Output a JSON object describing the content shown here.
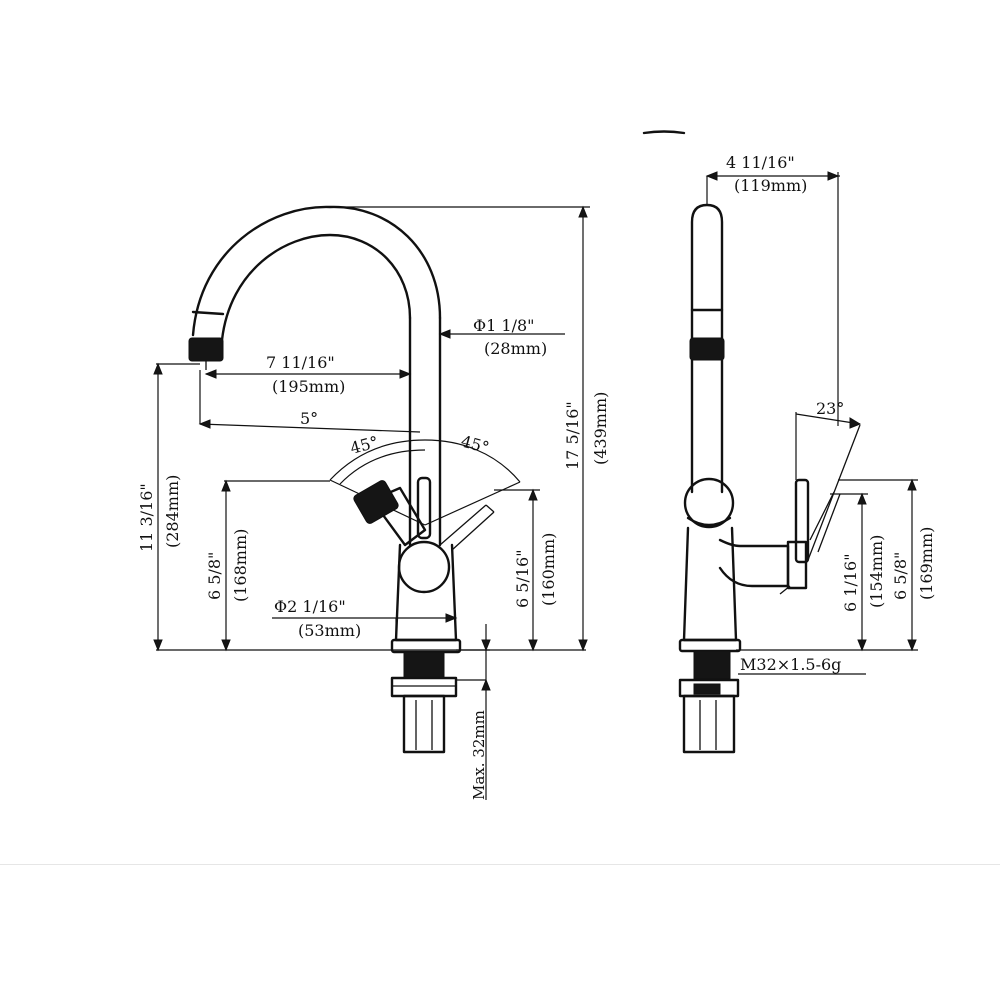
{
  "labels": {
    "spout_reach_in": "7 11/16\"",
    "spout_reach_mm": "(195mm)",
    "spout_angle": "5°",
    "tube_dia": "Φ1 1/8\"",
    "tube_dia_mm": "(28mm)",
    "overall_height_in": "17 5/16\"",
    "overall_height_mm": "(439mm)",
    "spout_height_in": "11 3/16\"",
    "spout_height_mm": "(284mm)",
    "handle_angle_left": "45°",
    "handle_angle_right": "45°",
    "body_height_left_in": "6 5/8\"",
    "body_height_left_mm": "(168mm)",
    "body_height_right_in": "6 5/16\"",
    "body_height_right_mm": "(160mm)",
    "base_dia": "Φ2 1/16\"",
    "base_dia_mm": "(53mm)",
    "max_deck": "Max. 32mm",
    "side_depth_in": "4 11/16\"",
    "side_depth_mm": "(119mm)",
    "side_angle": "23°",
    "side_h1_in": "6 1/16\"",
    "side_h1_mm": "(154mm)",
    "side_h2_in": "6 5/8\"",
    "side_h2_mm": "(169mm)",
    "thread": "M32×1.5-6g"
  },
  "colors": {
    "ink": "#111111",
    "background": "#ffffff"
  }
}
